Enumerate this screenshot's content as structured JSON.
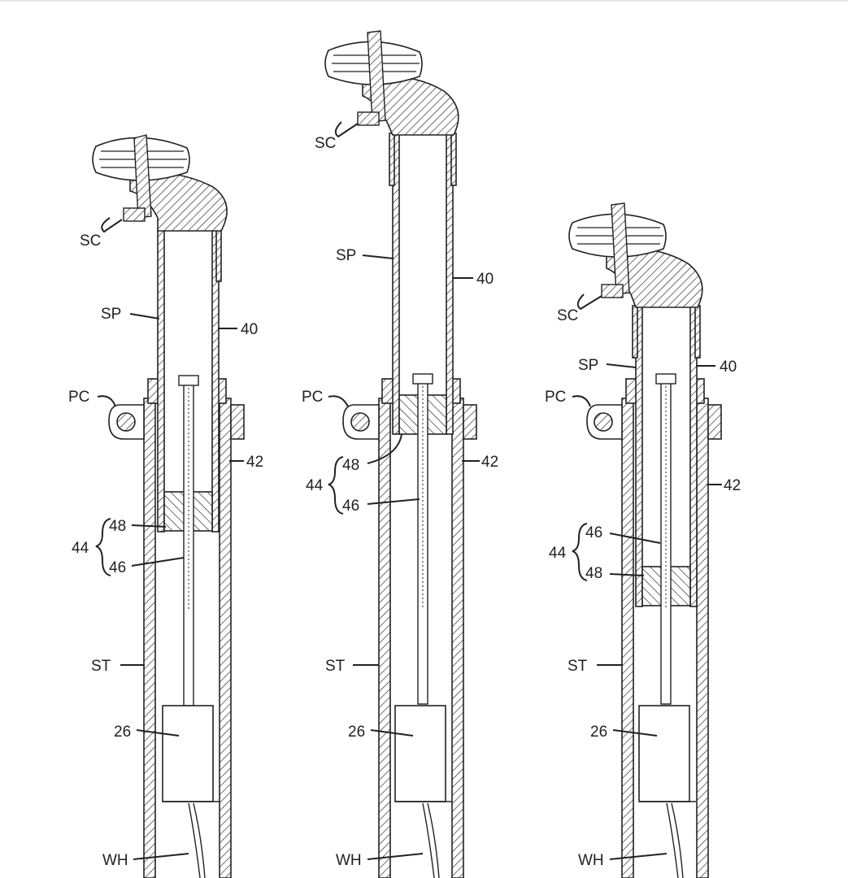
{
  "background_color": "#ffffff",
  "line_color": "#222222",
  "figures": [
    {
      "name": "fully-extended-left",
      "labels": {
        "saddle_clamp": "SC",
        "seatpost": "SP",
        "inner_tube": "40",
        "post_collar": "PC",
        "outer_tube": "42",
        "assembly": "44",
        "piston": "48",
        "rod": "46",
        "seat_tube": "ST",
        "actuator": "26",
        "wire_harness": "WH"
      }
    },
    {
      "name": "middle",
      "labels": {
        "saddle_clamp": "SC",
        "seatpost": "SP",
        "inner_tube": "40",
        "post_collar": "PC",
        "outer_tube": "42",
        "assembly": "44",
        "piston": "48",
        "rod": "46",
        "seat_tube": "ST",
        "actuator": "26",
        "wire_harness": "WH"
      }
    },
    {
      "name": "lowered-right",
      "labels": {
        "saddle_clamp": "SC",
        "seatpost": "SP",
        "inner_tube": "40",
        "post_collar": "PC",
        "outer_tube": "42",
        "assembly": "44",
        "piston": "48",
        "rod": "46",
        "seat_tube": "ST",
        "actuator": "26",
        "wire_harness": "WH"
      }
    }
  ]
}
